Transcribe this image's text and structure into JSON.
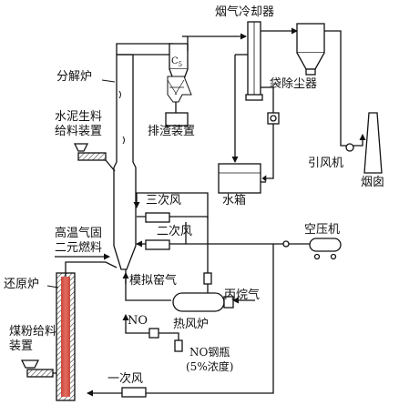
{
  "labels": {
    "flue_gas_cooler": "烟气冷却器",
    "decomposition_furnace": "分解炉",
    "cs_label_main": "C",
    "cs_label_sub": "5",
    "slag_discharge": "排渣装置",
    "bag_filter": "袋除尘器",
    "raw_meal_feeder_line1": "水泥生料",
    "raw_meal_feeder_line2": "给料装置",
    "induced_fan": "引风机",
    "chimney": "烟囱",
    "water_tank": "水箱",
    "tertiary_air": "三次风",
    "secondary_air": "二次风",
    "air_compressor": "空压机",
    "high_temp_fuel_line1": "高温气固",
    "high_temp_fuel_line2": "二元燃料",
    "reduction_furnace": "还原炉",
    "simulated_kiln_gas": "模拟窑气",
    "propane": "丙烷气",
    "no_label": "NO",
    "hot_air_furnace": "热风炉",
    "coal_feeder_line1": "煤粉给料",
    "coal_feeder_line2": "装置",
    "no_cylinder_line1": "NO钢瓶",
    "no_cylinder_line2": "(5%浓度)",
    "primary_air": "一次风"
  }
}
